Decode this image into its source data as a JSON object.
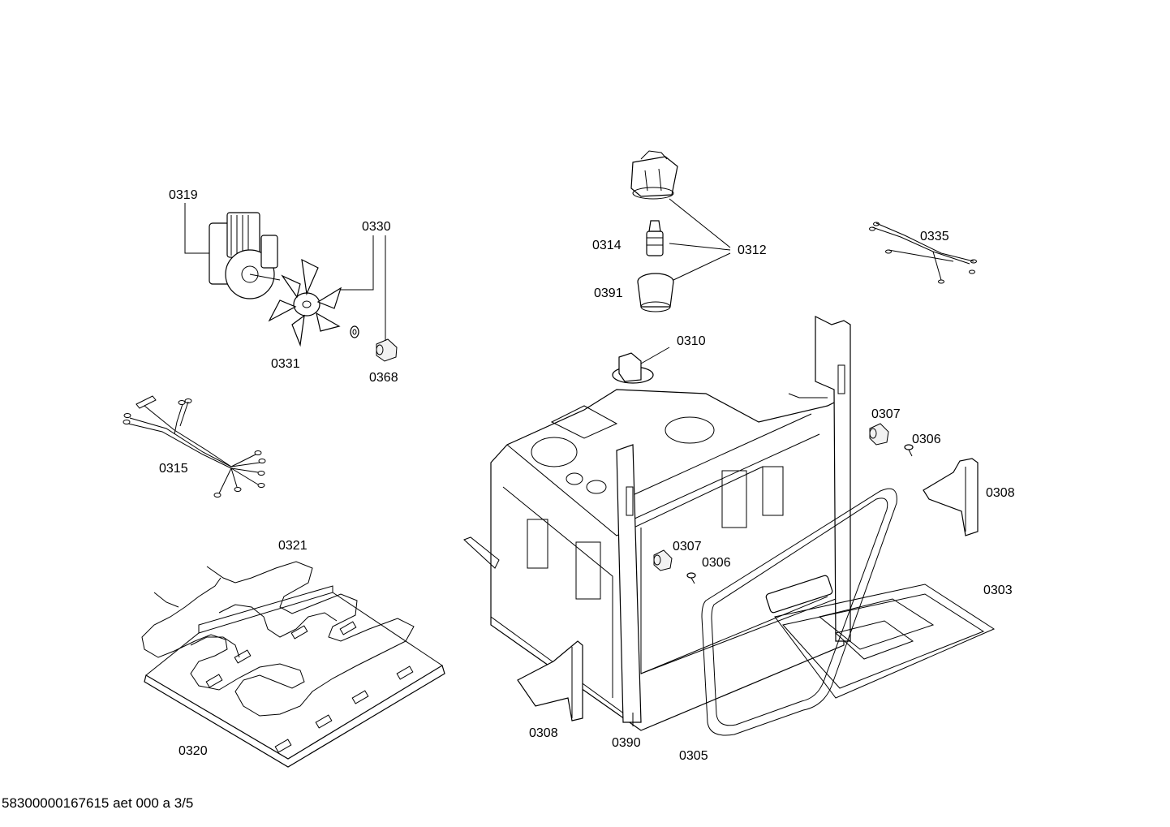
{
  "labels": {
    "p0319": "0319",
    "p0330": "0330",
    "p0331": "0331",
    "p0368": "0368",
    "p0315": "0315",
    "p0321": "0321",
    "p0320": "0320",
    "p0314": "0314",
    "p0391": "0391",
    "p0312": "0312",
    "p0335": "0335",
    "p0310": "0310",
    "p0307a": "0307",
    "p0306a": "0306",
    "p0308a": "0308",
    "p0307b": "0307",
    "p0306b": "0306",
    "p0303": "0303",
    "p0308b": "0308",
    "p0390": "0390",
    "p0305": "0305"
  },
  "footer": "58300000167615 aet 000 a 3/5"
}
